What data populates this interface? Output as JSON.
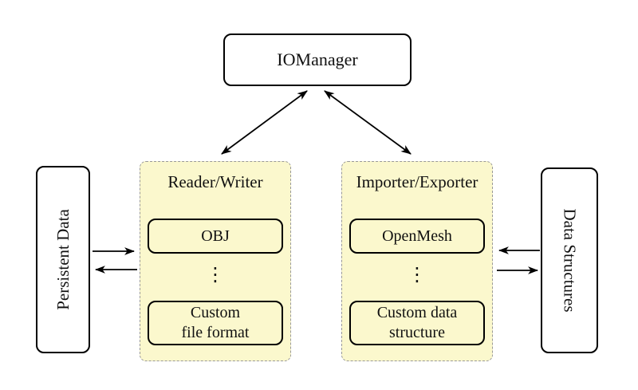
{
  "nodes": {
    "iomanager": "IOManager",
    "persistent_data": "Persistent Data",
    "data_structures": "Data Structures"
  },
  "panels": {
    "reader_writer": {
      "title": "Reader/Writer",
      "items": {
        "first": "OBJ",
        "dots": "⋮",
        "last_line1": "Custom",
        "last_line2": "file format"
      }
    },
    "importer_exporter": {
      "title": "Importer/Exporter",
      "items": {
        "first": "OpenMesh",
        "dots": "⋮",
        "last_line1": "Custom data",
        "last_line2": "structure"
      }
    }
  },
  "edges": [
    {
      "from": "IOManager",
      "to": "Reader/Writer",
      "type": "bidirectional"
    },
    {
      "from": "IOManager",
      "to": "Importer/Exporter",
      "type": "bidirectional"
    },
    {
      "from": "Persistent Data",
      "to": "Reader/Writer",
      "type": "one-way"
    },
    {
      "from": "Reader/Writer",
      "to": "Persistent Data",
      "type": "one-way"
    },
    {
      "from": "Data Structures",
      "to": "Importer/Exporter",
      "type": "one-way"
    },
    {
      "from": "Importer/Exporter",
      "to": "Data Structures",
      "type": "one-way"
    }
  ],
  "colors": {
    "background": "#ffffff",
    "panel_fill": "#fbf8cd",
    "panel_border": "#999999",
    "node_fill": "#ffffff",
    "node_border": "#000000",
    "arrow": "#000000",
    "text": "#111111"
  }
}
